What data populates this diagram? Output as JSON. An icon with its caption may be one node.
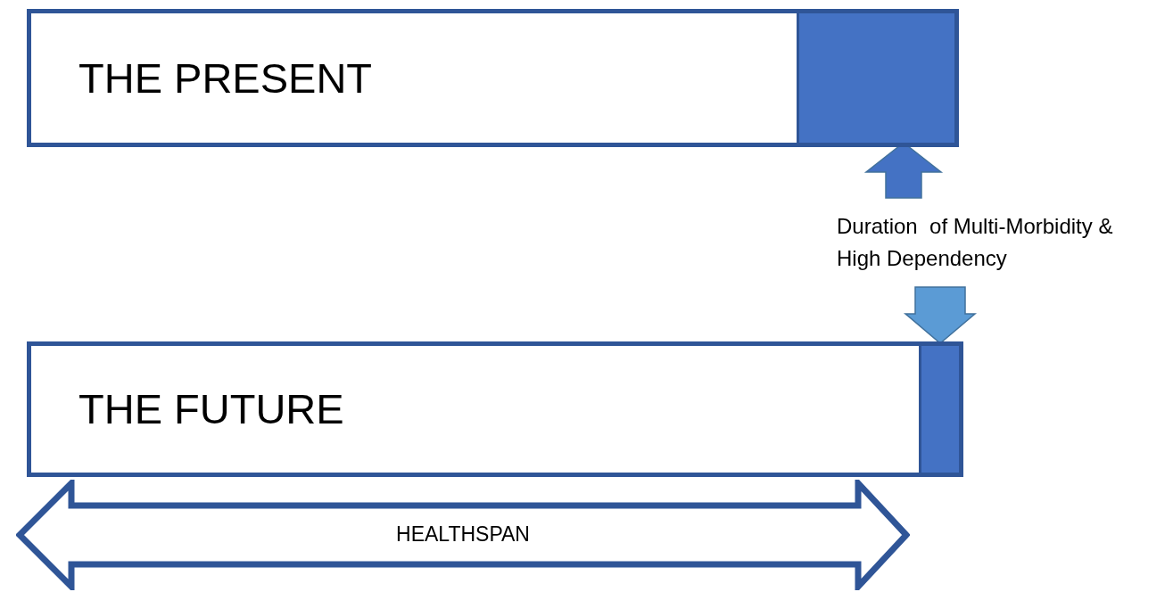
{
  "diagram": {
    "nodes": [
      {
        "text": [
          "THE PRESENT"
        ]
      },
      {
        "text": [],
        "shape": "box",
        "in": 0
      },
      {
        "text": [
          "Duration  of Multi-Morbidity & High Dependency"
        ]
      },
      {
        "text": [
          "THE FUTURE"
        ]
      },
      {
        "text": [],
        "shape": "box",
        "in": 3
      },
      {
        "text": [
          "HEALTHSPAN"
        ]
      }
    ],
    "edges": [
      {
        "from": 2,
        "to": 1,
        "arrow": "to",
        "style": "thick",
        "color": "#4472c4"
      },
      {
        "from": 2,
        "to": 4,
        "arrow": "to",
        "style": "thick",
        "color": "#5b9bd5"
      }
    ]
  }
}
